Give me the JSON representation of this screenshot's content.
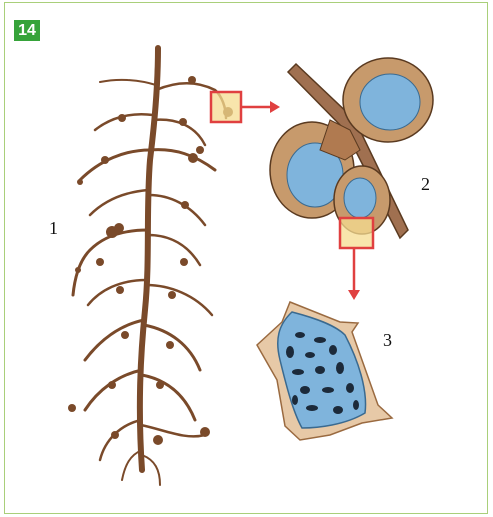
{
  "figure": {
    "number": "14",
    "labels": {
      "root": "1",
      "nodule_section": "2",
      "cell": "3"
    }
  },
  "colors": {
    "frame": "#a9cf7a",
    "badge": "#36a33a",
    "root": "#7a4a2a",
    "tissue": "#c79a6c",
    "bacteria_zone": "#7fb4dc",
    "highlight_box": "#e04040",
    "highlight_fill": "#f6dc90"
  }
}
